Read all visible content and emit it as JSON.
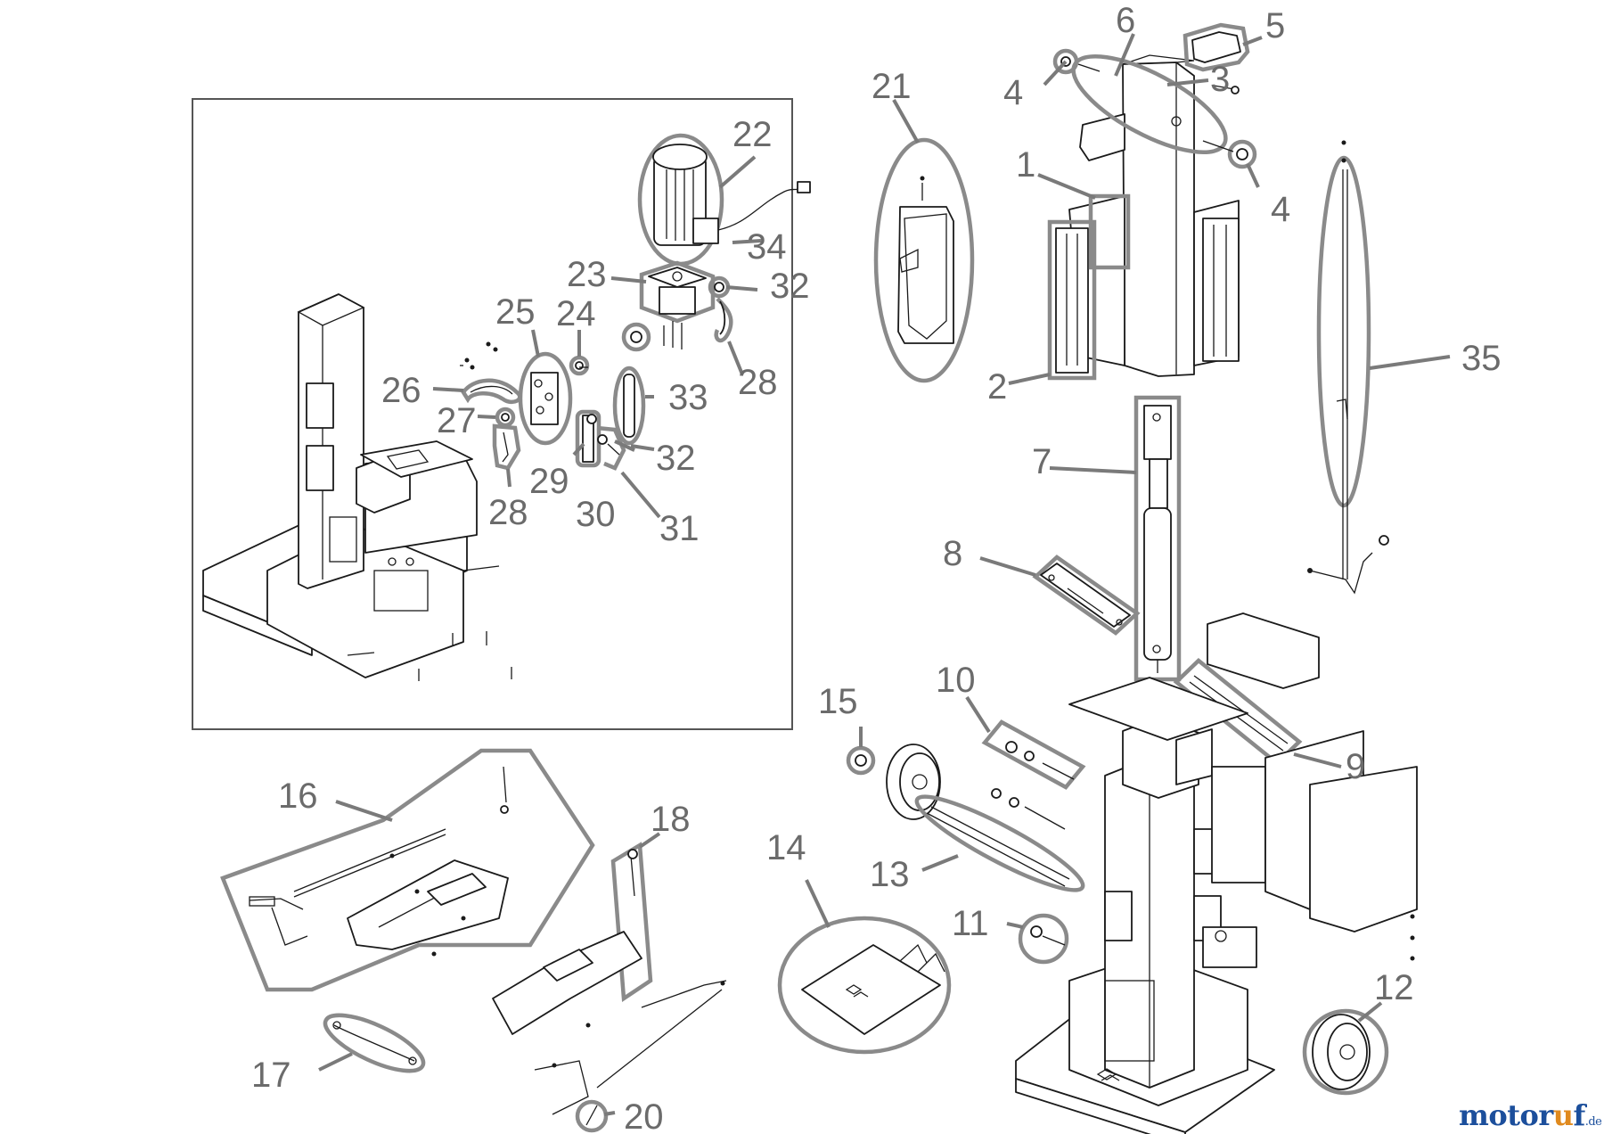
{
  "labels": {
    "l1": "1",
    "l2": "2",
    "l3": "3",
    "l4a": "4",
    "l4b": "4",
    "l5": "5",
    "l6": "6",
    "l7": "7",
    "l8": "8",
    "l9": "9",
    "l10": "10",
    "l11": "11",
    "l12": "12",
    "l13": "13",
    "l14": "14",
    "l15": "15",
    "l16": "16",
    "l17": "17",
    "l18": "18",
    "l20": "20",
    "l21": "21",
    "l22": "22",
    "l23": "23",
    "l24": "24",
    "l25": "25",
    "l26": "26",
    "l27": "27",
    "l28a": "28",
    "l28b": "28",
    "l29": "29",
    "l30": "30",
    "l31": "31",
    "l32a": "32",
    "l32b": "32",
    "l33": "33",
    "l34": "34",
    "l35": "35"
  },
  "watermark": {
    "brand_a": "motor",
    "brand_b": "u",
    "brand_c": "f",
    "tld": ".de"
  },
  "colors": {
    "label": "#6b6b6b",
    "highlight": "#8a8a8a",
    "line": "#1a1a1a",
    "brand_blue": "#1c4f9c",
    "brand_orange": "#e08a1e"
  }
}
